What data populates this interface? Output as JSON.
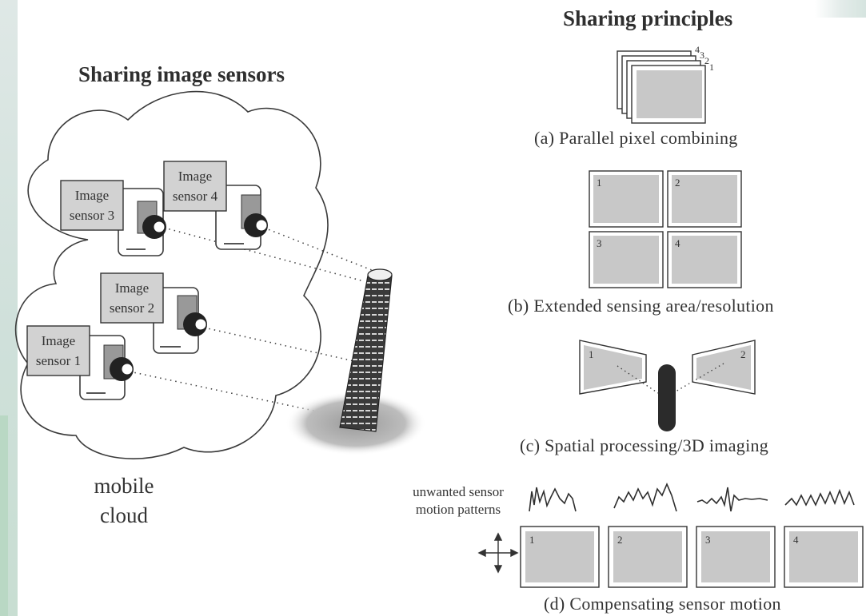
{
  "left_panel": {
    "title": "Sharing image sensors",
    "cloud_label_line1": "mobile",
    "cloud_label_line2": "cloud",
    "sensors": [
      {
        "line1": "Image",
        "line2": "sensor 1"
      },
      {
        "line1": "Image",
        "line2": "sensor 2"
      },
      {
        "line1": "Image",
        "line2": "sensor 3"
      },
      {
        "line1": "Image",
        "line2": "sensor 4"
      }
    ]
  },
  "right_panel": {
    "title": "Sharing principles",
    "principle_a": {
      "caption": "(a) Parallel pixel combining",
      "frame_numbers": [
        "1",
        "2",
        "3",
        "4"
      ]
    },
    "principle_b": {
      "caption": "(b) Extended sensing area/resolution",
      "tile_numbers": [
        "1",
        "2",
        "3",
        "4"
      ]
    },
    "principle_c": {
      "caption": "(c) Spatial processing/3D imaging",
      "view_numbers": [
        "1",
        "2"
      ]
    },
    "principle_d": {
      "caption": "(d) Compensating sensor motion",
      "motion_label_line1": "unwanted sensor",
      "motion_label_line2": "motion patterns",
      "frame_numbers": [
        "1",
        "2",
        "3",
        "4"
      ]
    }
  },
  "colors": {
    "fill_gray": "#c8c8c8",
    "stroke": "#3a3a3a",
    "ink": "#2f2f2f"
  }
}
